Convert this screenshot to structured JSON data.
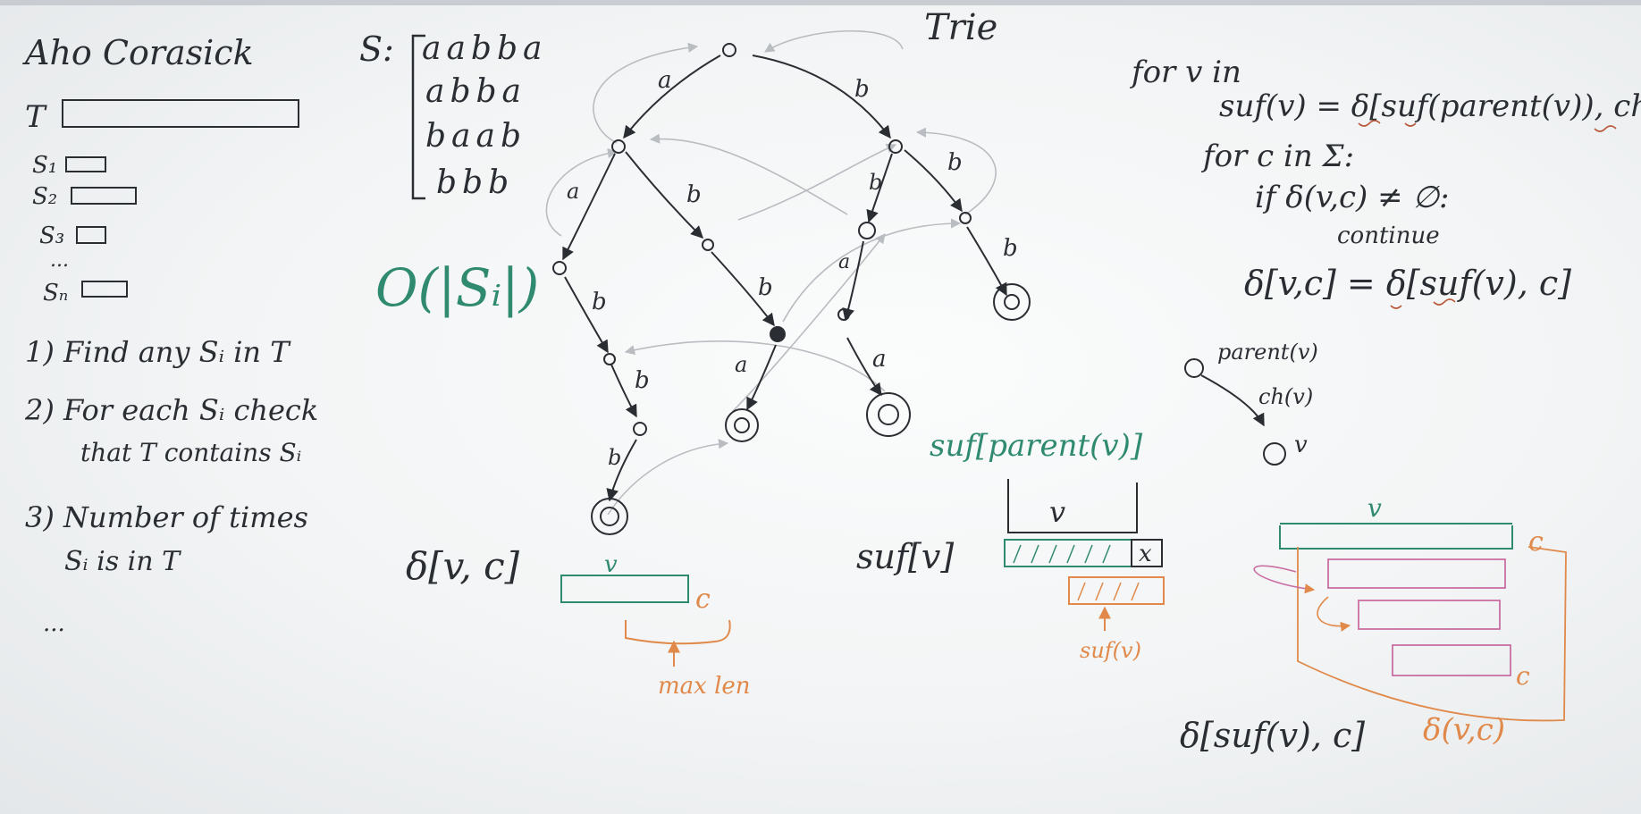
{
  "board": {
    "left": {
      "title": "Aho Corasick",
      "T": "T",
      "s_labels": [
        "S₁",
        "S₂",
        "S₃",
        "...",
        "Sₙ"
      ],
      "task1": "1) Find any Sᵢ in T",
      "task2a": "2) For each Sᵢ check",
      "task2b": "that T contains Sᵢ",
      "task3a": "3) Number of times",
      "task3b": "Sᵢ is in T",
      "etc": "...",
      "complexity": "O(|Sᵢ|)"
    },
    "strings": {
      "label": "S:",
      "items": [
        "aabba",
        "abba",
        "baab",
        "bbb"
      ]
    },
    "trie": {
      "title": "Trie",
      "edge_labels": [
        "a",
        "b",
        "a",
        "b",
        "b",
        "b",
        "b",
        "a",
        "b",
        "b",
        "b",
        "a",
        "a",
        "b"
      ]
    },
    "delta_diagram": {
      "label": "δ[v, c]",
      "v": "v",
      "c": "c",
      "note": "max len"
    },
    "suf_diagram": {
      "top_label": "suf[parent(v)]",
      "v": "v",
      "x": "x",
      "left_label": "suf[v]",
      "bottom_note": "suf(v)"
    },
    "algorithm": {
      "line1": "for v in",
      "line2": "suf(v) = δ[suf(parent(v)), ch(v)]",
      "line3": "for c in Σ:",
      "line4": "if δ(v,c) ≠ ∅:",
      "line5": "continue",
      "line6": "δ[v,c] = δ[suf(v), c]"
    },
    "parent_diagram": {
      "parent": "parent(v)",
      "ch": "ch(v)",
      "v": "v"
    },
    "recursion_diagram": {
      "v": "v",
      "c": "c",
      "c2": "c",
      "delta_label": "δ(v,c)",
      "bottom_label": "δ[suf(v), c]"
    },
    "colors": {
      "ink_black": "#2a2e33",
      "ink_green": "#2f8a70",
      "ink_orange": "#e0894a",
      "ink_gray": "#a9adb2",
      "ink_red": "#b8593a"
    }
  }
}
